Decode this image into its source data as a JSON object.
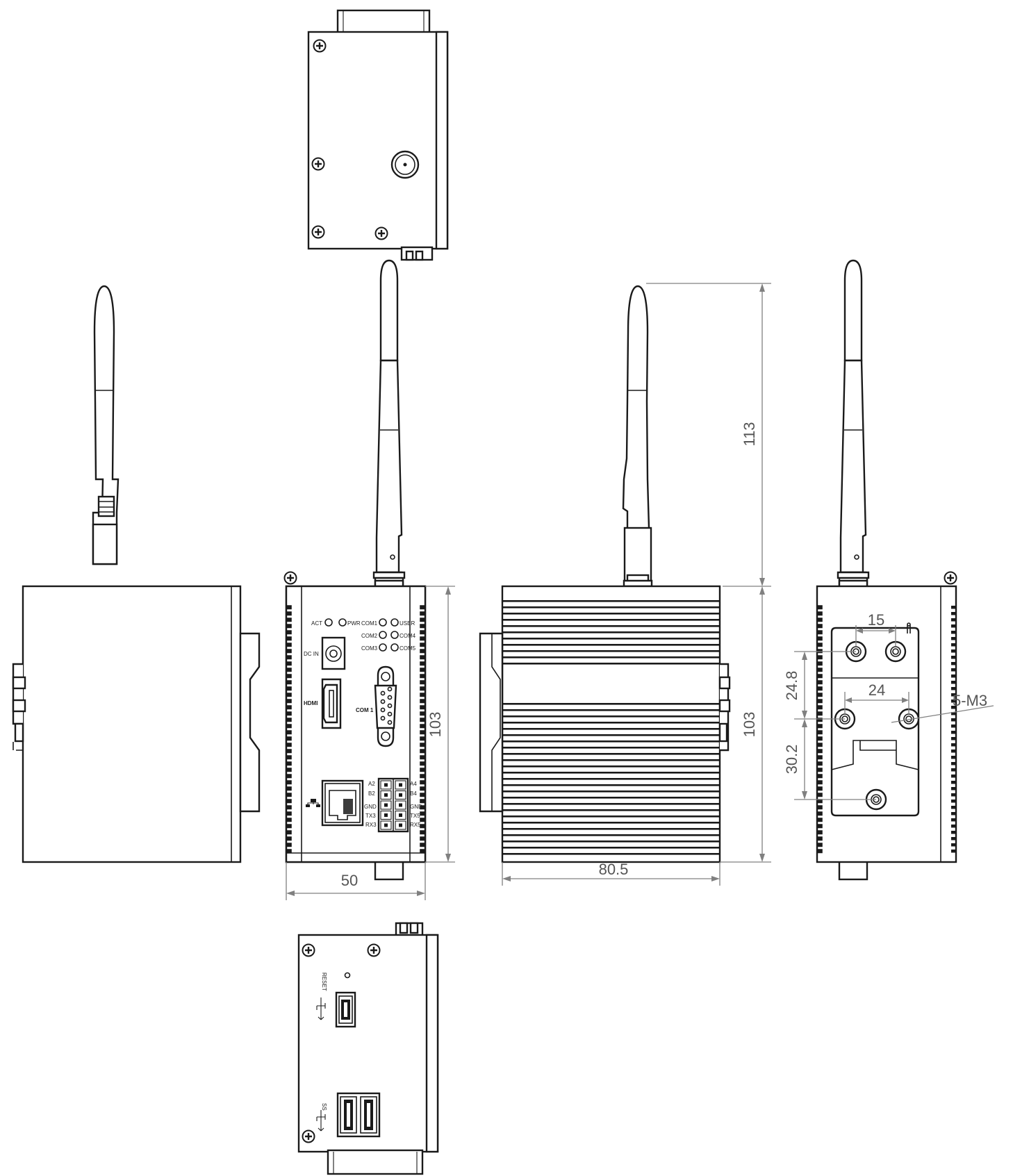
{
  "dimensions": {
    "front_width": "50",
    "front_height": "103",
    "side_width": "80.5",
    "side_height": "103",
    "antenna_height": "113",
    "rail_hole_spacing_top": "15",
    "rail_hole_spacing_mid": "24",
    "rail_vertical_upper": "24.8",
    "rail_vertical_lower": "30.2",
    "screw_spec": "5-M3"
  },
  "front_labels": {
    "act": "ACT",
    "pwr": "PWR",
    "com1_led": "COM1",
    "user": "USER",
    "com2": "COM2",
    "com4": "COM4",
    "com3": "COM3",
    "com5": "COM5",
    "dc_in": "DC IN",
    "hdmi": "HDMI",
    "com1_port": "COM 1",
    "terminals_left": [
      "A2",
      "B2",
      "GND",
      "TX3",
      "RX3"
    ],
    "terminals_right": [
      "A4",
      "B4",
      "GND",
      "TX5",
      "RX5"
    ]
  },
  "bottom_labels": {
    "reset": "RESET",
    "ss": "SS"
  }
}
